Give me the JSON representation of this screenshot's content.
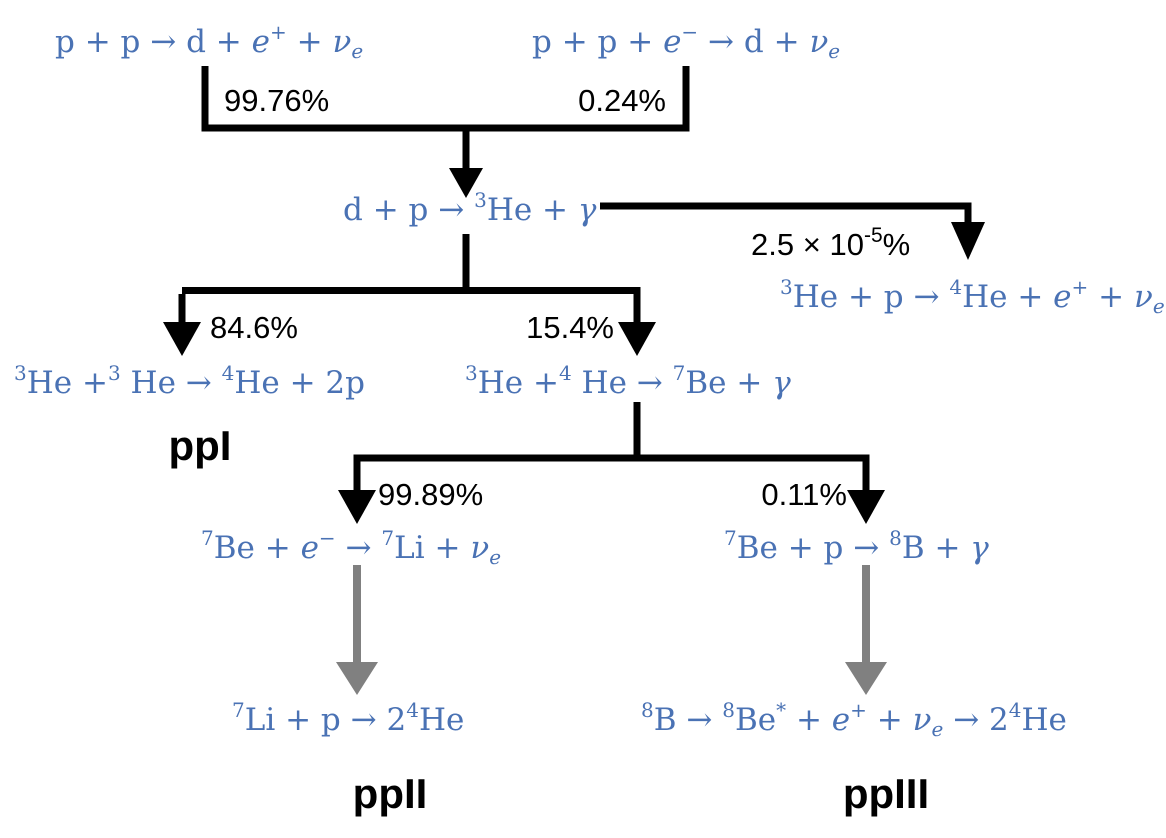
{
  "colors": {
    "reaction": "#4a72b4",
    "main_arrow": "#000000",
    "secondary_arrow": "#808080",
    "label": "#000000",
    "background": "#ffffff"
  },
  "reactions": {
    "pp": {
      "lhs": "p + p",
      "arrow": "→",
      "rhs": "d +",
      "e": "e",
      "e_charge": "+",
      "plus": "+",
      "nu": "ν",
      "nu_sub": "e"
    },
    "pep": {
      "lhs": "p + p +",
      "e": "e",
      "e_charge": "−",
      "arrow": "→",
      "rhs": "d +",
      "nu": "ν",
      "nu_sub": "e"
    },
    "dp": {
      "lhs": "d + p",
      "arrow": "→",
      "mass": "3",
      "he": "He +",
      "gamma": "γ"
    },
    "hep": {
      "mass1": "3",
      "he1": "He + p",
      "arrow": "→",
      "mass2": "4",
      "he2": "He +",
      "e": "e",
      "e_charge": "+",
      "plus": "+",
      "nu": "ν",
      "nu_sub": "e"
    },
    "he3he3": {
      "mass1": "3",
      "he1": "He +",
      "mass2": "3",
      "he2": " He",
      "arrow": "→",
      "mass3": "4",
      "he3": "He + 2p"
    },
    "he3he4": {
      "mass1": "3",
      "he1": "He +",
      "mass2": "4",
      "he2": " He",
      "arrow": "→",
      "mass3": "7",
      "be": "Be +",
      "gamma": "γ"
    },
    "be7e": {
      "mass1": "7",
      "be": "Be +",
      "e": "e",
      "e_charge": "−",
      "arrow": "→",
      "mass2": "7",
      "li": "Li +",
      "nu": "ν",
      "nu_sub": "e"
    },
    "be7p": {
      "mass1": "7",
      "be": "Be + p",
      "arrow": "→",
      "mass2": "8",
      "b": "B +",
      "gamma": "γ"
    },
    "li7p": {
      "mass1": "7",
      "li": "Li + p",
      "arrow": "→",
      "coef": "2",
      "mass2": "4",
      "he": "He"
    },
    "b8": {
      "mass1": "8",
      "b": "B",
      "arrow1": "→",
      "mass2": "8",
      "be": "Be",
      "star": "*",
      "plus1": "+",
      "e": "e",
      "e_charge": "+",
      "plus2": "+",
      "nu": "ν",
      "nu_sub": "e",
      "arrow2": "→",
      "coef": "2",
      "mass3": "4",
      "he": "He"
    }
  },
  "branches": {
    "pp": "99.76%",
    "pep": "0.24%",
    "hep_mantissa": "2.5",
    "hep_times": "×",
    "hep_base": "10",
    "hep_exp": "-5",
    "hep_pct": "%",
    "ppI": "84.6%",
    "he3he4": "15.4%",
    "ppII": "99.89%",
    "ppIII": "0.11%"
  },
  "chains": {
    "ppI": "ppI",
    "ppII": "ppII",
    "ppIII": "ppIII"
  }
}
